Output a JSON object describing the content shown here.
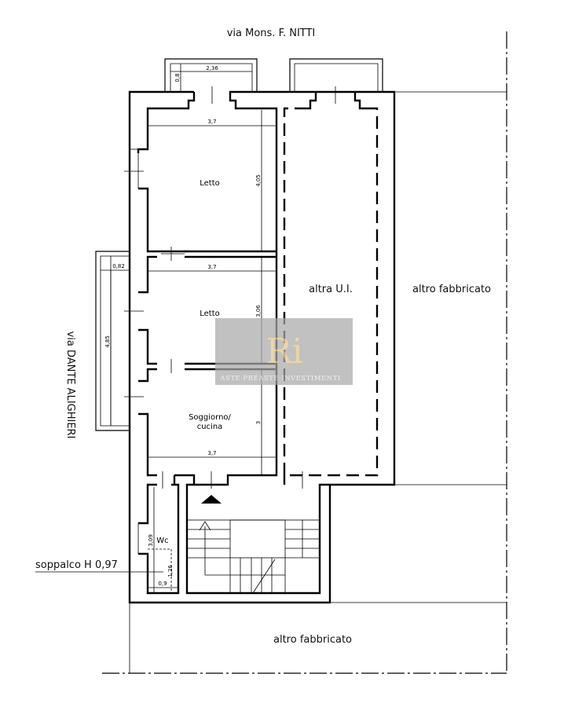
{
  "streets": {
    "top": "via Mons. F. NITTI",
    "left": "via DANTE ALIGHIERI"
  },
  "rooms": {
    "bedroom1": "Letto",
    "bedroom2": "Letto",
    "living_line1": "Soggiorno/",
    "living_line2": "cucina",
    "wc": "Wc",
    "other_unit": "altra U.I.",
    "other_building_right": "altro fabbricato",
    "other_building_bottom": "altro fabbricato"
  },
  "annotations": {
    "mezzanine": "soppalco H 0,97"
  },
  "dimensions": {
    "balcony_top_width": "2,36",
    "balcony_top_depth": "0,8",
    "bedroom1_width": "3,7",
    "bedroom1_length": "4,05",
    "bedroom2_width": "3,7",
    "bedroom2_length": "3,06",
    "living_width": "3,7",
    "living_length": "3",
    "balcony_left_depth": "0,82",
    "balcony_left_length": "4,85",
    "wc_length": "3,09",
    "wc_width": "0,9",
    "mezzanine_length": "1,26"
  },
  "watermark": {
    "logo_text": "Ri",
    "caption": "ASTE·PREASTE·INVESTIMENTI"
  }
}
